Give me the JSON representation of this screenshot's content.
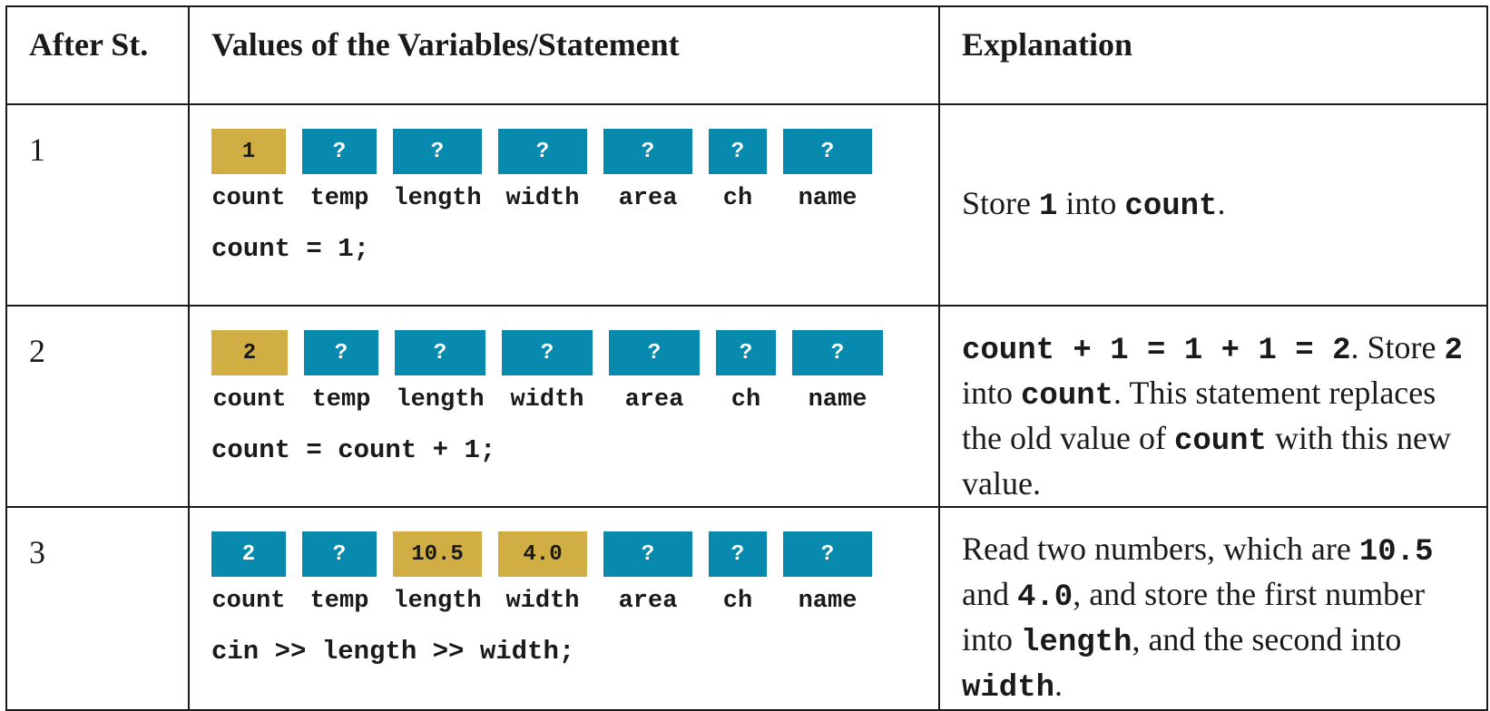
{
  "header": {
    "col1": "After St.",
    "col2": "Values of the Variables/Statement",
    "col3": "Explanation"
  },
  "colors": {
    "highlight": "#D1AE43",
    "normal": "#0889AE"
  },
  "rows": [
    {
      "step": "1",
      "vars": [
        {
          "name": "count",
          "value": "1",
          "highlight": true
        },
        {
          "name": "temp",
          "value": "?",
          "highlight": false
        },
        {
          "name": "length",
          "value": "?",
          "highlight": false
        },
        {
          "name": "width",
          "value": "?",
          "highlight": false
        },
        {
          "name": "area",
          "value": "?",
          "highlight": false
        },
        {
          "name": "ch",
          "value": "?",
          "highlight": false
        },
        {
          "name": "name",
          "value": "?",
          "highlight": false
        }
      ],
      "statement": "count = 1;",
      "explanation": [
        {
          "t": "Store "
        },
        {
          "m": "1"
        },
        {
          "t": " into "
        },
        {
          "m": "count"
        },
        {
          "t": "."
        }
      ]
    },
    {
      "step": "2",
      "vars": [
        {
          "name": "count",
          "value": "2",
          "highlight": true
        },
        {
          "name": "temp",
          "value": "?",
          "highlight": false
        },
        {
          "name": "length",
          "value": "?",
          "highlight": false
        },
        {
          "name": "width",
          "value": "?",
          "highlight": false
        },
        {
          "name": "area",
          "value": "?",
          "highlight": false
        },
        {
          "name": "ch",
          "value": "?",
          "highlight": false
        },
        {
          "name": "name",
          "value": "?",
          "highlight": false
        }
      ],
      "statement": "count = count + 1;",
      "explanation": [
        {
          "m": "count + 1 = 1 + 1 = 2"
        },
        {
          "t": ". Store "
        },
        {
          "m": "2"
        },
        {
          "t": " into "
        },
        {
          "m": "count"
        },
        {
          "t": ". This statement replaces the old value of "
        },
        {
          "m": "count"
        },
        {
          "t": " with this new value."
        }
      ]
    },
    {
      "step": "3",
      "vars": [
        {
          "name": "count",
          "value": "2",
          "highlight": false
        },
        {
          "name": "temp",
          "value": "?",
          "highlight": false
        },
        {
          "name": "length",
          "value": "10.5",
          "highlight": true
        },
        {
          "name": "width",
          "value": "4.0",
          "highlight": true
        },
        {
          "name": "area",
          "value": "?",
          "highlight": false
        },
        {
          "name": "ch",
          "value": "?",
          "highlight": false
        },
        {
          "name": "name",
          "value": "?",
          "highlight": false
        }
      ],
      "statement": "cin >> length >> width;",
      "explanation": [
        {
          "t": "Read two numbers, which are "
        },
        {
          "m": "10.5"
        },
        {
          "t": " and "
        },
        {
          "m": "4.0"
        },
        {
          "t": ", and store the first number into "
        },
        {
          "m": "length"
        },
        {
          "t": ", and the second into "
        },
        {
          "m": "width"
        },
        {
          "t": "."
        }
      ]
    }
  ]
}
